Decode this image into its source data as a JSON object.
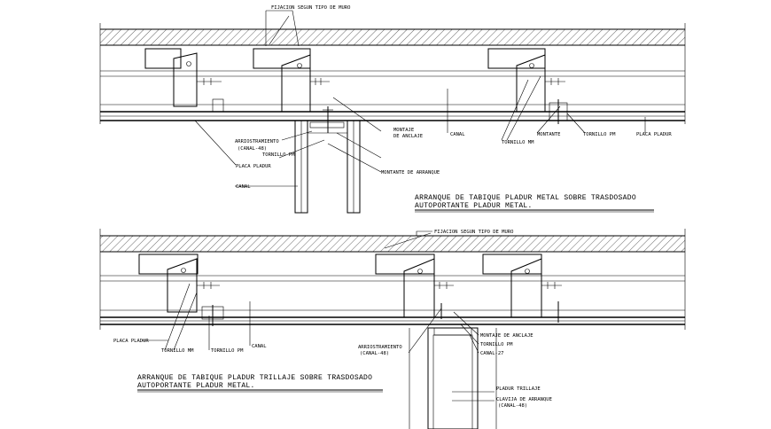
{
  "detail_top": {
    "fixing_label": "FIJACION SEGUN TIPO DE MURO",
    "labels": {
      "arriostramiento": "ARRIOSTRAMIENTO",
      "canal48": "(CANAL-48)",
      "tornillo_pm_left": "TORNILLO PM",
      "placa_pladur_left": "PLACA PLADUR",
      "canal_left": "CANAL",
      "montaje_l1": "MONTAJE",
      "montaje_l2": "DE ANCLAJE",
      "montante_arranque": "MONTANTE DE ARRANQUE",
      "canal_mid": "CANAL",
      "tornillo_mm": "TORNILLO MM",
      "montante": "MONTANTE",
      "tornillo_pm_right": "TORNILLO PM",
      "placa_pladur_right": "PLACA PLADUR"
    },
    "title_line1": "ARRANQUE DE TABIQUE PLADUR METAL SOBRE TRASDOSADO",
    "title_line2": "AUTOPORTANTE PLADUR METAL."
  },
  "detail_bottom": {
    "fixing_label": "FIJACION SEGUN TIPO DE MURO",
    "labels": {
      "placa_pladur": "PLACA PLADUR",
      "tornillo_mm": "TORNILLO MM",
      "tornillo_pm": "TORNILLO PM",
      "canal": "CANAL",
      "arriostramiento": "ARRIOSTRAMIENTO",
      "canal48": "(CANAL-48)",
      "montaje_anclaje": "MONTAJE DE ANCLAJE",
      "tornillo_pm_right": "TORNILLO PM",
      "canal27": "CANAL-27",
      "placa_trillaje": "PLADUR TRILLAJE",
      "clavija_l1": "CLAVIJA DE ARRANQUE",
      "clavija_l2": "(CANAL-48)"
    },
    "title_line1": "ARRANQUE DE TABIQUE PLADUR TRILLAJE SOBRE TRASDOSADO",
    "title_line2": "AUTOPORTANTE PLADUR METAL."
  },
  "colors": {
    "ink": "#000000",
    "background": "#ffffff"
  }
}
